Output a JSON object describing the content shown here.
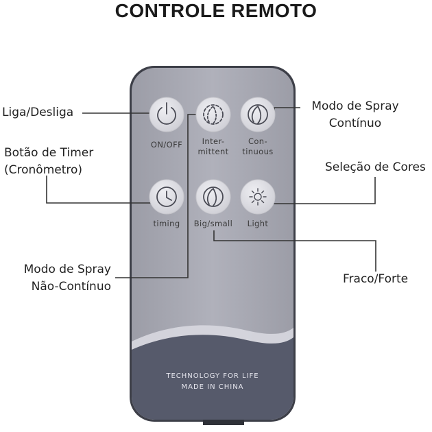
{
  "title": "CONTROLE REMOTO",
  "buttons": [
    {
      "id": "power",
      "icon": "power-icon",
      "label": "ON/OFF"
    },
    {
      "id": "intermittent",
      "icon": "spray-intermittent-icon",
      "label_lines": [
        "Inter-",
        "mittent"
      ]
    },
    {
      "id": "continuous",
      "icon": "spray-continuous-icon",
      "label_lines": [
        "Con-",
        "tinuous"
      ]
    },
    {
      "id": "timing",
      "icon": "clock-icon",
      "label": "timing"
    },
    {
      "id": "big-small",
      "icon": "mist-size-icon",
      "label": "Big/small"
    },
    {
      "id": "light",
      "icon": "sun-icon",
      "label": "Light"
    }
  ],
  "callouts": {
    "power": "Liga/Desliga",
    "timer": [
      "Botão de Timer",
      "(Cronômetro)"
    ],
    "spray_intermittent": [
      "Modo de Spray",
      "Não-Contínuo"
    ],
    "spray_continuous": [
      "Modo de Spray",
      "Contínuo"
    ],
    "colors": "Seleção de Cores",
    "mist_size": "Fraco/Forte"
  },
  "footer": {
    "line1": "TECHNOLOGY FOR LIFE",
    "line2": "MADE IN CHINA"
  },
  "colors": {
    "remote_body": "#a9aab4",
    "remote_border": "#3d3f48",
    "button_face": "#dcdce1",
    "bottom_panel": "#565a6b",
    "leader_line": "#333333"
  }
}
